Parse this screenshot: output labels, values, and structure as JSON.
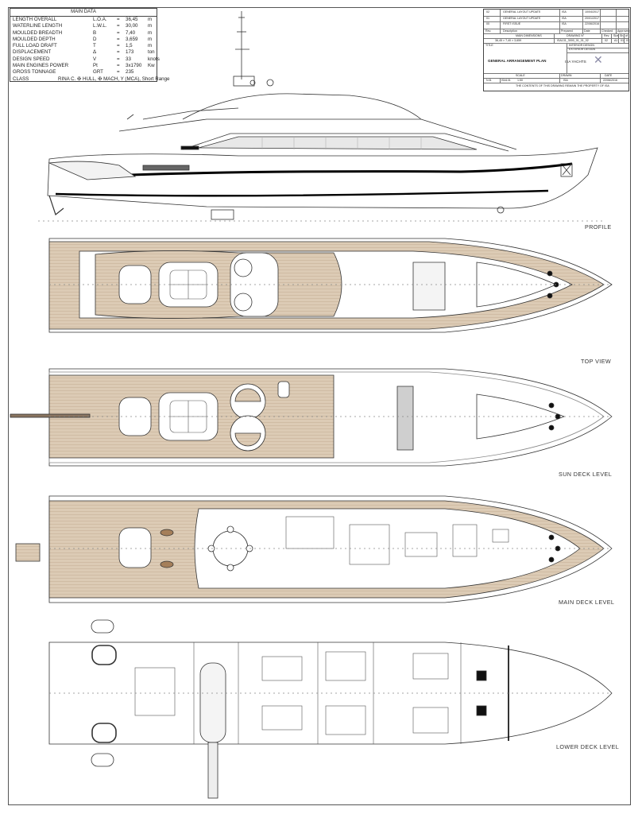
{
  "main_data": {
    "header": "MAIN DATA",
    "rows": [
      {
        "label": "LENGTH OVERALL",
        "code": "L.O.A.",
        "eq": "=",
        "value": "36,45",
        "unit": "m"
      },
      {
        "label": "WATERLINE LENGTH",
        "code": "L.W.L.",
        "eq": "=",
        "value": "30,00",
        "unit": "m"
      },
      {
        "label": "MOULDED BREADTH",
        "code": "B",
        "eq": "=",
        "value": "7,40",
        "unit": "m"
      },
      {
        "label": "MOULDED DEPTH",
        "code": "D",
        "eq": "=",
        "value": "3,659",
        "unit": "m"
      },
      {
        "label": "FULL LOAD DRAFT",
        "code": "T",
        "eq": "=",
        "value": "1,5",
        "unit": "m"
      },
      {
        "label": "DISPLACEMENT",
        "code": "Δ",
        "eq": "=",
        "value": "173",
        "unit": "ton"
      },
      {
        "label": "DESIGN SPEED",
        "code": "V",
        "eq": "=",
        "value": "33",
        "unit": "knots"
      },
      {
        "label": "MAIN ENGINES POWER",
        "code": "Pt",
        "eq": "=",
        "value": "3x1790",
        "unit": "Kw"
      },
      {
        "label": "GROSS TONNAGE",
        "code": "GRT",
        "eq": "=",
        "value": "235",
        "unit": ""
      }
    ],
    "class_label": "CLASS",
    "class_value": "RINA C. ✠ HULL, ✠ MACH, Y (MCA), Short Range"
  },
  "title_block": {
    "revisions": [
      {
        "rev": "02",
        "desc": "GENERAL LAYOUT UPDATE",
        "by": "ISA",
        "date": "10/04/2017"
      },
      {
        "rev": "01",
        "desc": "GENERAL LAYOUT UPDATE",
        "by": "ISA",
        "date": "20/01/2017"
      },
      {
        "rev": "00",
        "desc": "FIRST ISSUE",
        "by": "ISA",
        "date": "22/06/2016"
      }
    ],
    "rev_headers": {
      "rev": "Rev.",
      "desc": "Description",
      "prepared": "Prepared",
      "date": "Date",
      "checked": "Checked",
      "approved": "Approved"
    },
    "main_dimensions": "MAIN DIMENSIONS",
    "drawing_no_label": "DRAWING N°",
    "rev_label": "Rev.",
    "size_label": "Size",
    "sheet_label": "Sh.",
    "of_label": "of",
    "dimensions_value": "36,45 × 7,40 × 3,659",
    "drawing_no": "ISA131_3000_01_01_02",
    "rev_value": "02",
    "size_value": "A1",
    "sheet_value": "01",
    "of_value": "01",
    "title_label": "TITLE",
    "interior_design": "INTERIOR DESIGN",
    "exterior_design": "EXTERIOR DESIGN",
    "drawing_title": "GENERAL ARRANGEMENT PLAN",
    "company": "ISA YACHTS",
    "hull_label": "N.B.",
    "hull_value": "ISA131",
    "scale_label": "SCALE",
    "scale_value": "1:50",
    "drawn_label": "DRAWN",
    "drawn_value": "ISA",
    "date_label": "DATE",
    "date_value": "22/06/2016",
    "notice": "THE CONTENTS OF THIS DRAWING REMAIN THE PROPERTY OF ISA"
  },
  "views": {
    "profile": "PROFILE",
    "top_view": "TOP VIEW",
    "sun_deck": "SUN DECK LEVEL",
    "main_deck": "MAIN DECK LEVEL",
    "lower_deck": "LOWER DECK LEVEL"
  },
  "colors": {
    "teak": "#d9c7b1",
    "teak_dark": "#b89f84",
    "line": "#333333",
    "grey": "#c8c8c8"
  }
}
